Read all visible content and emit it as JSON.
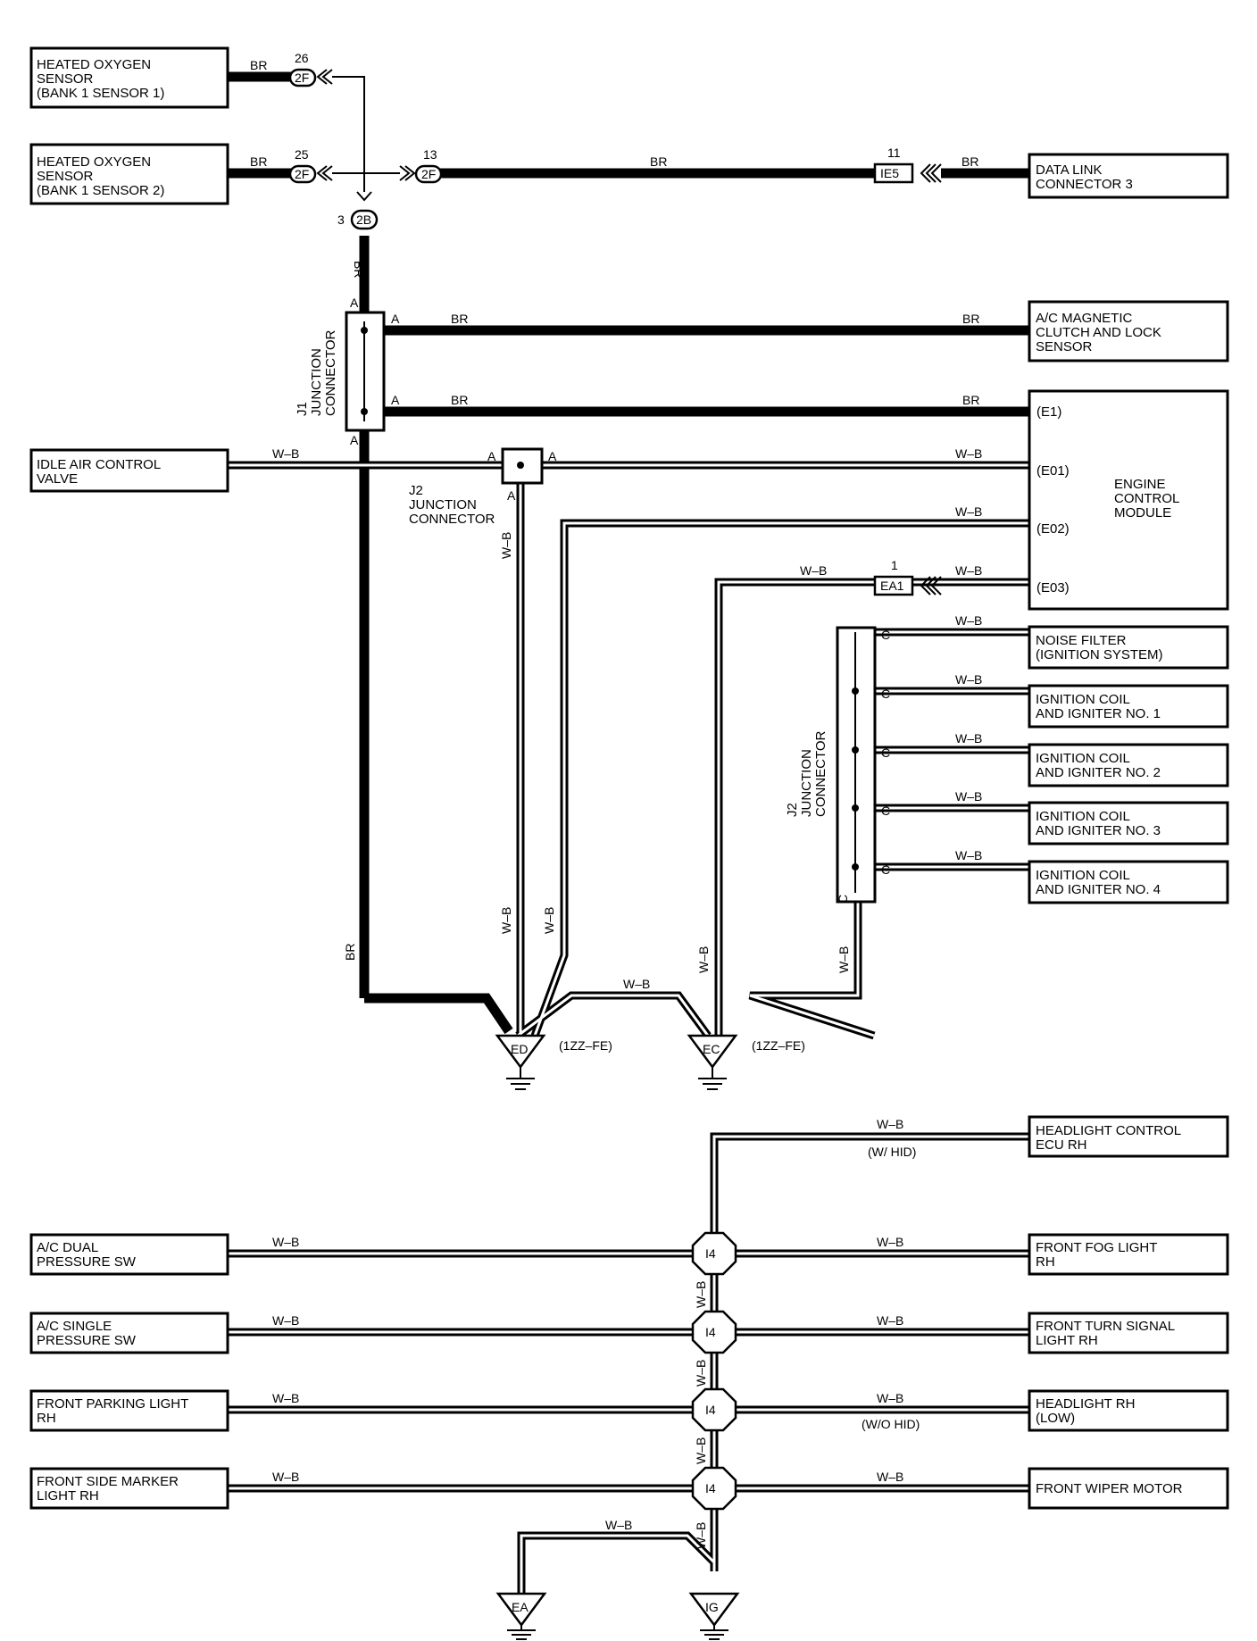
{
  "components": {
    "ho2s_b1s1": [
      "HEATED OXYGEN",
      "SENSOR",
      "(BANK 1 SENSOR 1)"
    ],
    "ho2s_b1s2": [
      "HEATED OXYGEN",
      "SENSOR",
      "(BANK 1 SENSOR 2)"
    ],
    "dlc3": [
      "DATA LINK",
      "CONNECTOR 3"
    ],
    "ac_clutch": [
      "A/C MAGNETIC",
      "CLUTCH AND LOCK",
      "SENSOR"
    ],
    "iac_valve": [
      "IDLE AIR CONTROL",
      "VALVE"
    ],
    "ecm": [
      "ENGINE",
      "CONTROL",
      "MODULE"
    ],
    "noise_filter": [
      "NOISE FILTER",
      "(IGNITION SYSTEM)"
    ],
    "ign_coil_1": [
      "IGNITION COIL",
      "AND IGNITER NO. 1"
    ],
    "ign_coil_2": [
      "IGNITION COIL",
      "AND IGNITER NO. 2"
    ],
    "ign_coil_3": [
      "IGNITION COIL",
      "AND IGNITER NO. 3"
    ],
    "ign_coil_4": [
      "IGNITION COIL",
      "AND IGNITER NO. 4"
    ],
    "headlight_ecu": [
      "HEADLIGHT CONTROL",
      "ECU RH"
    ],
    "ac_dual": [
      "A/C DUAL",
      "PRESSURE SW"
    ],
    "ac_single": [
      "A/C SINGLE",
      "PRESSURE SW"
    ],
    "front_parking": [
      "FRONT PARKING LIGHT",
      "RH"
    ],
    "front_side_marker": [
      "FRONT SIDE MARKER",
      "LIGHT RH"
    ],
    "front_fog": [
      "FRONT FOG LIGHT",
      "RH"
    ],
    "front_turn": [
      "FRONT TURN SIGNAL",
      "LIGHT RH"
    ],
    "headlight_low": [
      "HEADLIGHT RH",
      "(LOW)"
    ],
    "front_wiper": [
      "FRONT WIPER MOTOR"
    ]
  },
  "ecm_terminals": [
    "(E1)",
    "(E01)",
    "(E02)",
    "(E03)"
  ],
  "junctions": {
    "j1": [
      "J1",
      "JUNCTION",
      "CONNECTOR"
    ],
    "j2_upper": [
      "J2",
      "JUNCTION",
      "CONNECTOR"
    ],
    "j2_lower": [
      "J2",
      "JUNCTION",
      "CONNECTOR"
    ]
  },
  "connectors": {
    "c2f_26": {
      "id": "2F",
      "pin": "26"
    },
    "c2f_25": {
      "id": "2F",
      "pin": "25"
    },
    "c2f_13": {
      "id": "2F",
      "pin": "13"
    },
    "cie5": {
      "id": "IE5",
      "pin": "11"
    },
    "c2b": {
      "id": "2B",
      "pin": "3"
    },
    "cea1": {
      "id": "EA1",
      "pin": "1"
    },
    "i4": "I4"
  },
  "grounds": {
    "ed": {
      "id": "ED",
      "note": "(1ZZ–FE)"
    },
    "ec": {
      "id": "EC",
      "note": "(1ZZ–FE)"
    },
    "ea": {
      "id": "EA"
    },
    "ig": {
      "id": "IG"
    }
  },
  "wire_colors": {
    "br": "BR",
    "wb": "W–B"
  },
  "pins": {
    "a": "A",
    "c": "C"
  },
  "conditions": {
    "w_hid": "(W/ HID)",
    "wo_hid": "(W/O HID)"
  }
}
